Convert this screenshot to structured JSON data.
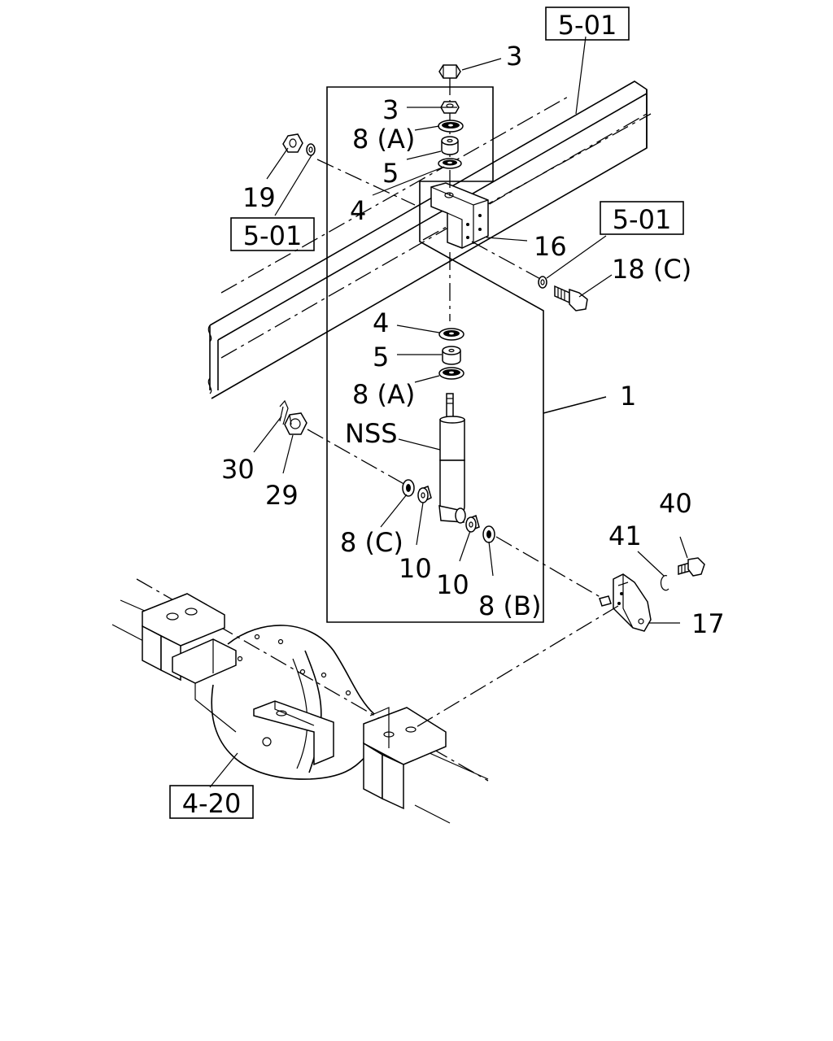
{
  "refs": {
    "frame_top": "5-01",
    "frame_left": "5-01",
    "frame_right": "5-01",
    "axle": "4-20"
  },
  "labels": {
    "p3_top": "3",
    "p3_second": "3",
    "p8a_top": "8 (A)",
    "p5_top": "5",
    "p4_top": "4",
    "p19": "19",
    "p16": "16",
    "p18c": "18 (C)",
    "p4_bottom": "4",
    "p5_bottom": "5",
    "p8a_bottom": "8 (A)",
    "p1": "1",
    "pnss": "NSS",
    "p30": "30",
    "p29": "29",
    "p8c": "8 (C)",
    "p10_left": "10",
    "p10_right": "10",
    "p8b": "8 (B)",
    "p40": "40",
    "p41": "41",
    "p17": "17"
  }
}
